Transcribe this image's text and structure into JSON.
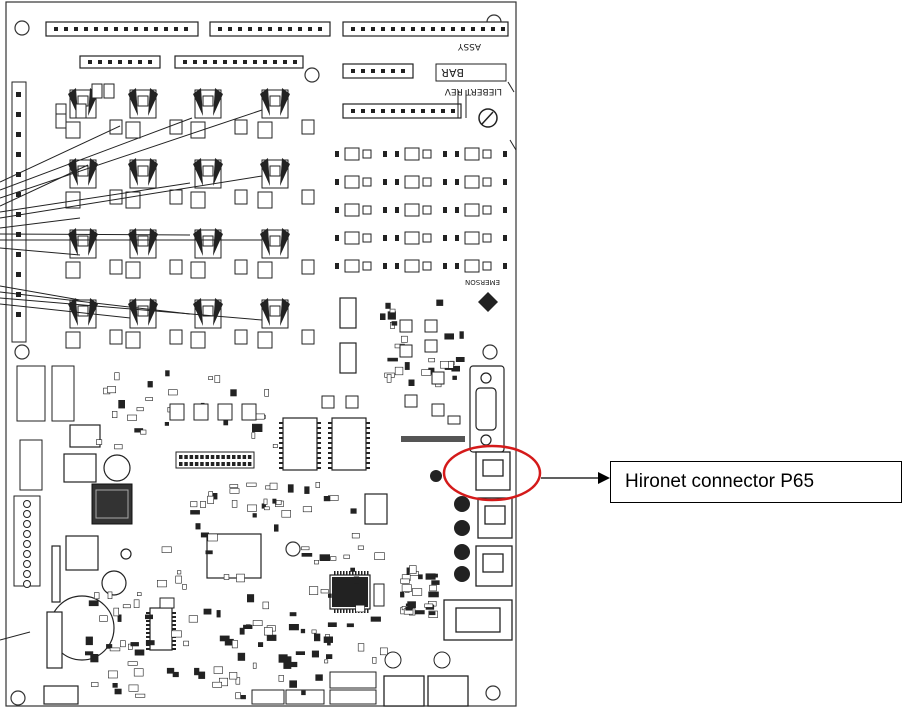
{
  "callout": {
    "label": "Hironet connector P65",
    "highlight_color": "#d41a1a"
  },
  "board": {
    "markings": {
      "assy": "ASSY",
      "bar": "BAR",
      "liebert_rev": "LIEBERT REV",
      "emerson": "EMERSON"
    }
  }
}
